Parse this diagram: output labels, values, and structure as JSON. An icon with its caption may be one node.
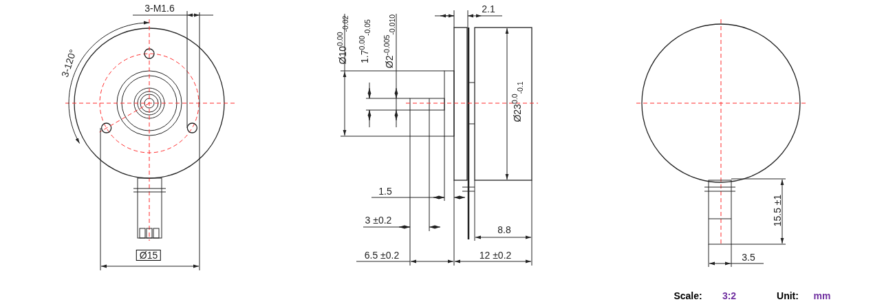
{
  "diagram": {
    "labels": [
      "3-M1.6",
      "3-120°",
      "Ø15",
      "Ø10$^{0.00}$$_{-0.02}$",
      "1.7$^{0.00}$$_{-0.05}$",
      "Ø2$^{-0.005}$$_{-0.010}$",
      "2.1",
      "Ø23$^{0.0}$$_{-0.1}$",
      "1.5",
      "3 ±0.2",
      "6.5 ±0.2",
      "12 ±0.2",
      "8.8",
      "15.5 ±1",
      "3.5",
      "Scale:",
      "3:2",
      "Unit:",
      "mm"
    ]
  }
}
